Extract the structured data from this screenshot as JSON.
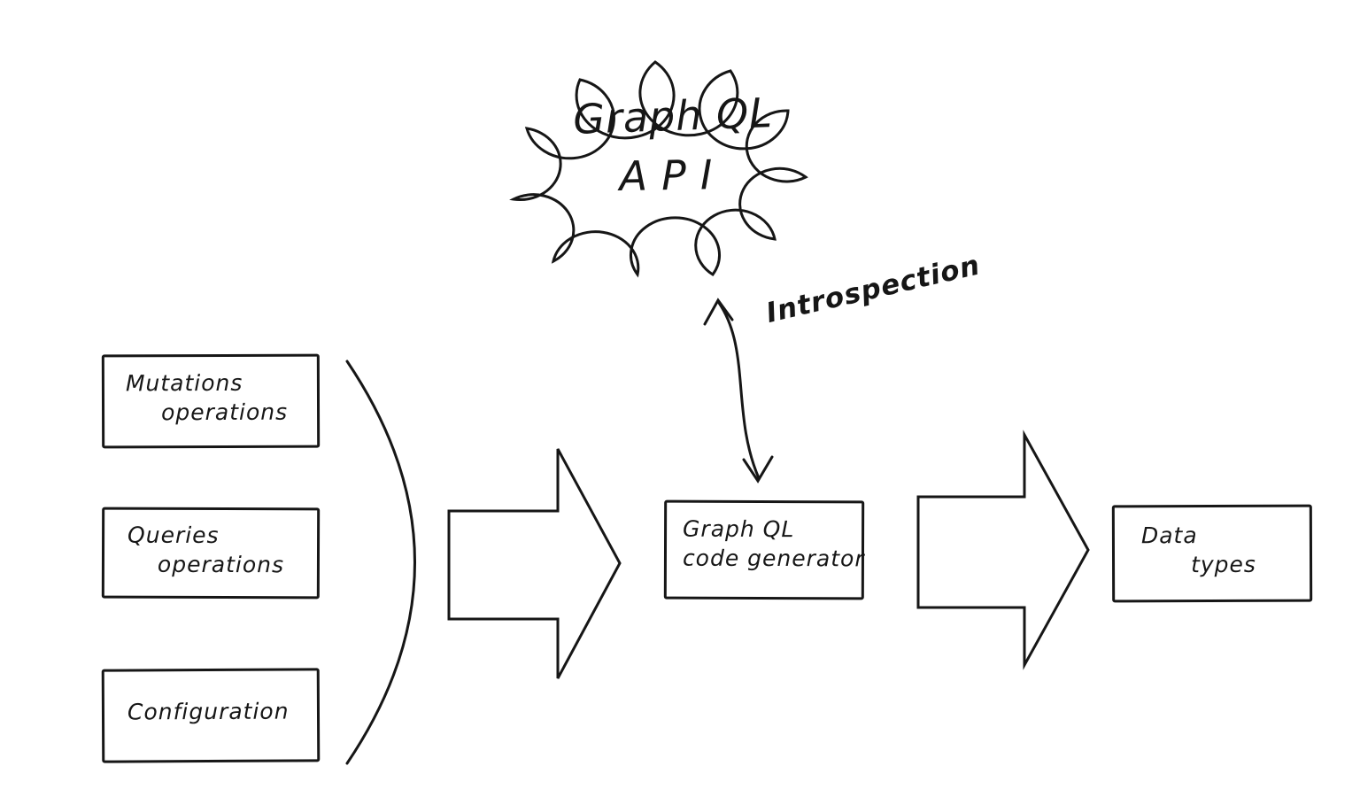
{
  "cloud": {
    "line1": "Graph QL",
    "line2": "API"
  },
  "introspection": {
    "label": "Introspection"
  },
  "boxes": {
    "mutations": {
      "line1": "Mutations",
      "line2": "operations"
    },
    "queries": {
      "line1": "Queries",
      "line2": "operations"
    },
    "configuration": {
      "line1": "Configuration"
    },
    "generator": {
      "line1": "Graph QL",
      "line2": "code generator"
    },
    "data_types": {
      "line1": "Data",
      "line2": "types"
    }
  },
  "colors": {
    "ink": "#161616",
    "background": "#ffffff"
  }
}
